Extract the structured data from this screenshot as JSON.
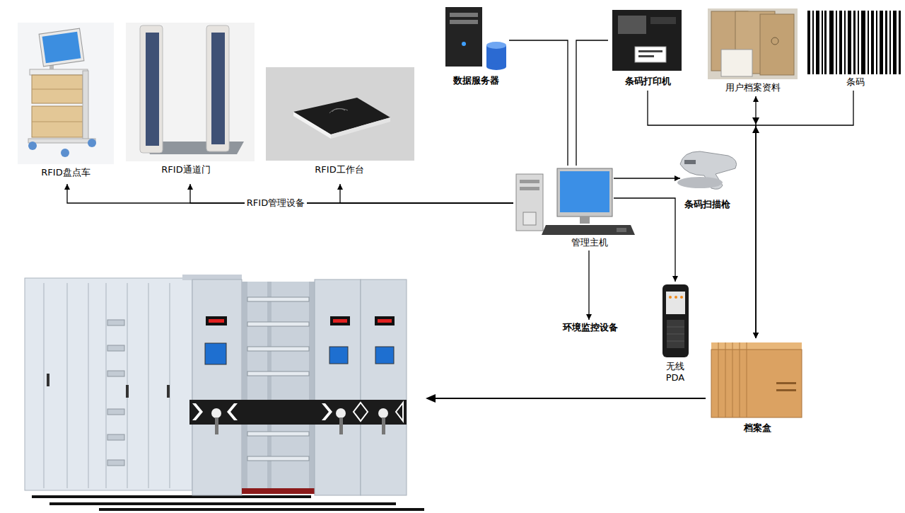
{
  "diagram": {
    "nodes": [
      {
        "text": [
          "RFID盘点车"
        ]
      },
      {
        "text": [
          "RFID通道门"
        ]
      },
      {
        "text": [
          "RFID工作台"
        ]
      },
      {
        "text": [
          "数据服务器"
        ]
      },
      {
        "text": [
          "条码打印机"
        ]
      },
      {
        "text": [
          "用户档案资料"
        ]
      },
      {
        "text": [
          "条码"
        ]
      },
      {
        "text": [
          "条码扫描枪"
        ]
      },
      {
        "text": [
          "管理主机"
        ]
      },
      {
        "text": [
          "环境监控设备"
        ]
      },
      {
        "text": [
          "无线 PDA"
        ]
      },
      {
        "text": [
          "档案盒"
        ]
      }
    ],
    "edges": [
      {
        "from": 8,
        "to": 0,
        "arrow": "to",
        "label": "RFID管理设备"
      },
      {
        "from": 8,
        "to": 1,
        "arrow": "to"
      },
      {
        "from": 8,
        "to": 2,
        "arrow": "to"
      },
      {
        "from": 8,
        "to": 3,
        "arrow": "none"
      },
      {
        "from": 8,
        "to": 4,
        "arrow": "none"
      },
      {
        "from": 8,
        "to": 7,
        "arrow": "to"
      },
      {
        "from": 8,
        "to": 10,
        "arrow": "to"
      },
      {
        "from": 8,
        "to": 9,
        "arrow": "to"
      },
      {
        "from": 4,
        "to": 11,
        "arrow": "to"
      },
      {
        "from": 6,
        "to": 11,
        "arrow": "to"
      },
      {
        "from": 5,
        "to": 11,
        "arrow": "both"
      }
    ]
  }
}
